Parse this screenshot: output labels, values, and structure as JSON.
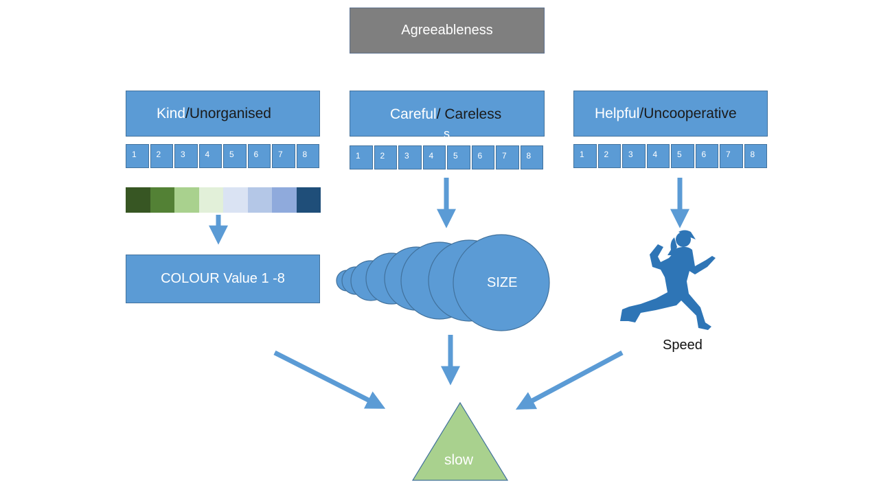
{
  "title": "Agreeableness",
  "traits": [
    {
      "positive": "Kind",
      "separator": "/",
      "negative": "Unorganised"
    },
    {
      "positive": "Careful",
      "separator": "/ ",
      "negative": "Careless",
      "overflow": "s"
    },
    {
      "positive": "Helpful",
      "separator": "/",
      "negative": "Uncooperative"
    }
  ],
  "scale": [
    "1",
    "2",
    "3",
    "4",
    "5",
    "6",
    "7",
    "8"
  ],
  "swatch_colors": [
    "#375623",
    "#538135",
    "#a9d18e",
    "#e2f0d9",
    "#dae3f3",
    "#b4c7e7",
    "#8faadc",
    "#1f4e79"
  ],
  "colour_label": "COLOUR Value 1 -8",
  "size_label": "SIZE",
  "speed_label": "Speed",
  "result_label": "slow",
  "colors": {
    "box_fill": "#5b9bd5",
    "box_border": "#41719c",
    "title_fill": "#7f7f7f",
    "result_fill": "#a9d18e",
    "runner": "#2e75b6"
  },
  "icons": [
    "runner-icon"
  ]
}
